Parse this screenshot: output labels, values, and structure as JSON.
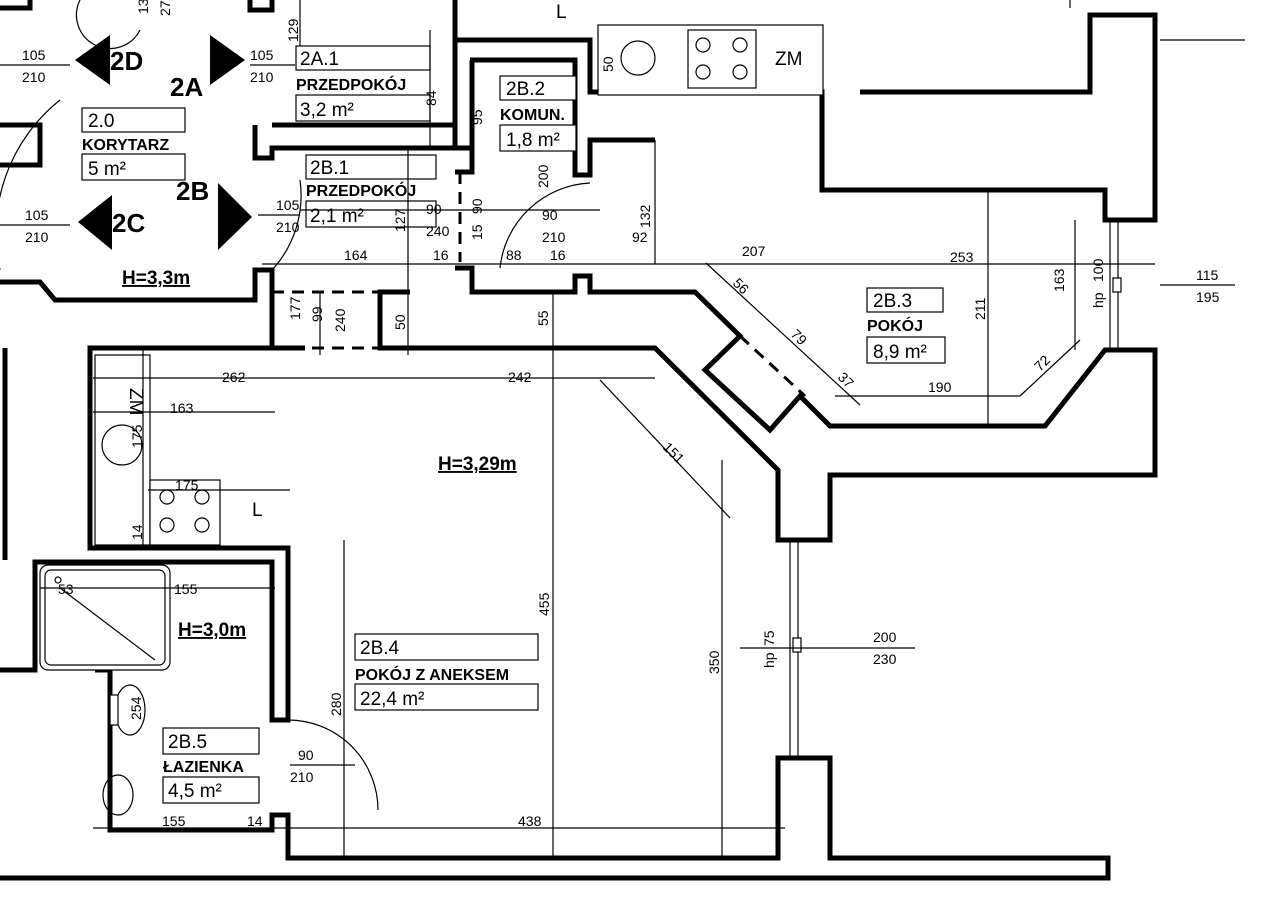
{
  "rooms": {
    "r2_0": {
      "code": "2.0",
      "name": "KORYTARZ",
      "area": "5 m²"
    },
    "r2a1": {
      "code": "2A.1",
      "name": "PRZEDPOKÓJ",
      "area": "3,2 m²"
    },
    "r2b1": {
      "code": "2B.1",
      "name": "PRZEDPOKÓJ",
      "area": "2,1 m²"
    },
    "r2b2": {
      "code": "2B.2",
      "name": "KOMUN.",
      "area": "1,8 m²"
    },
    "r2b3": {
      "code": "2B.3",
      "name": "POKÓJ",
      "area": "8,9 m²"
    },
    "r2b4": {
      "code": "2B.4",
      "name": "POKÓJ Z ANEKSEM",
      "area": "22,4 m²"
    },
    "r2b5": {
      "code": "2B.5",
      "name": "ŁAZIENKA",
      "area": "4,5 m²"
    }
  },
  "heights": {
    "corridor": "H=3,3m",
    "main": "H=3,29m",
    "bath": "H=3,0m"
  },
  "units": {
    "u2a": "2A",
    "u2b": "2B",
    "u2c": "2C",
    "u2d": "2D"
  },
  "fixtures": {
    "zm": "ZM",
    "l": "L",
    "hp": "hp"
  },
  "dims": {
    "d105a": "105",
    "d210a": "210",
    "d105b": "105",
    "d210b": "210",
    "d105c": "105",
    "d210c": "210",
    "d105d": "105",
    "d210d": "210",
    "d129": "129",
    "d84": "84",
    "d95": "95",
    "d200a": "200",
    "d50a": "50",
    "d90a": "90",
    "d240a": "240",
    "d127": "127",
    "d90b": "90",
    "d15": "15",
    "d164": "164",
    "d16a": "16",
    "d88": "88",
    "d16b": "16",
    "d90c": "90",
    "d210e": "210",
    "d92": "92",
    "d132": "132",
    "d207": "207",
    "d253": "253",
    "d177": "177",
    "d99": "99",
    "d240b": "240",
    "d50b": "50",
    "d55": "55",
    "d56": "56",
    "d79": "79",
    "d37": "37",
    "d190": "190",
    "d72": "72",
    "d211": "211",
    "d163a": "163",
    "d100": "100",
    "d115": "115",
    "d195": "195",
    "d262": "262",
    "d242": "242",
    "d163b": "163",
    "d175a": "175",
    "d175b": "175",
    "d151": "151",
    "d14a": "14",
    "d155a": "155",
    "d53": "53",
    "d455": "455",
    "d350": "350",
    "d75": "75",
    "d200b": "200",
    "d230": "230",
    "d280": "280",
    "d254": "254",
    "d90d": "90",
    "d210f": "210",
    "d155b": "155",
    "d14b": "14",
    "d438": "438",
    "d13": "13",
    "d27": "27"
  }
}
